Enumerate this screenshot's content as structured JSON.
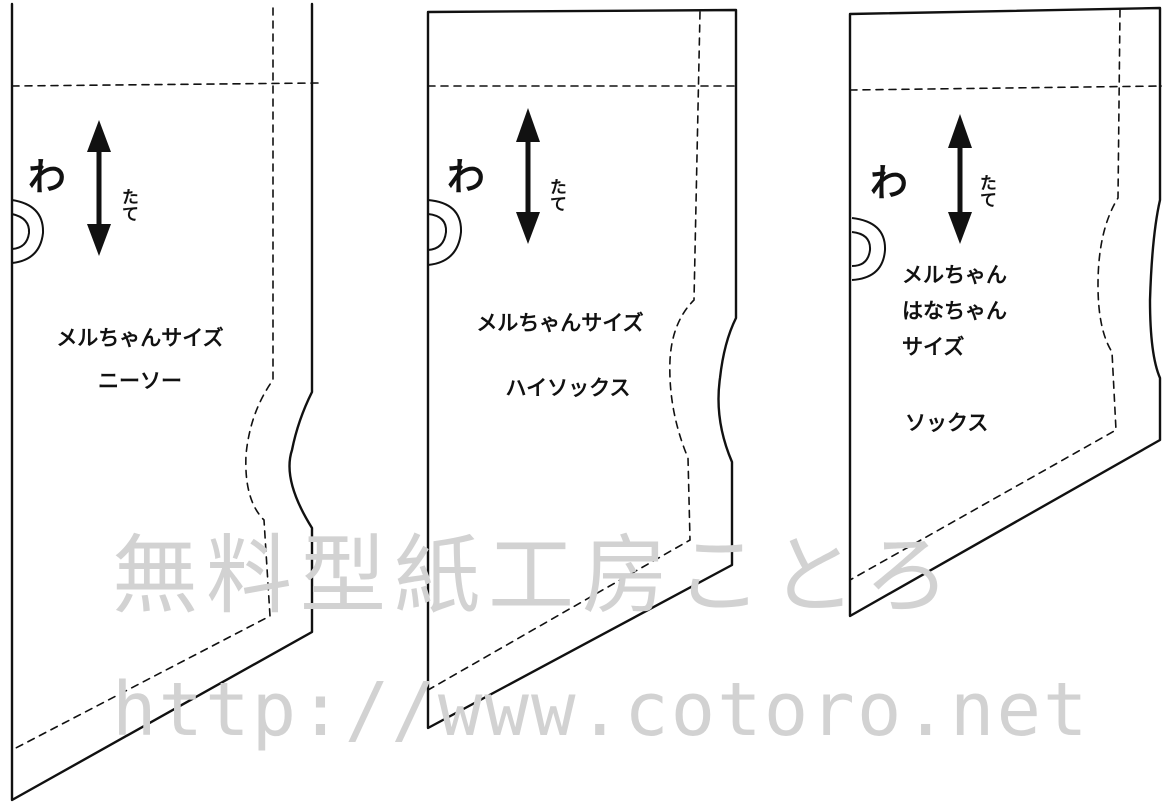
{
  "patterns": [
    {
      "fold_label": "わ",
      "grain_label": "たて",
      "size_lines": [
        "メルちゃんサイズ",
        "ニーソー"
      ]
    },
    {
      "fold_label": "わ",
      "grain_label": "たて",
      "size_lines": [
        "メルちゃんサイズ",
        "ハイソックス"
      ]
    },
    {
      "fold_label": "わ",
      "grain_label": "たて",
      "size_lines": [
        "メルちゃん",
        "はなちゃん",
        "サイズ",
        "ソックス"
      ]
    }
  ],
  "watermark": {
    "name": "無料型紙工房ことろ",
    "url": "http://www.cotoro.net"
  },
  "colors": {
    "ink": "#111111",
    "watermark": "#d2d2d2",
    "paper": "#ffffff"
  },
  "icons": {
    "grain": "double-arrow-vertical-icon",
    "fold": "fold-circle-icon"
  }
}
